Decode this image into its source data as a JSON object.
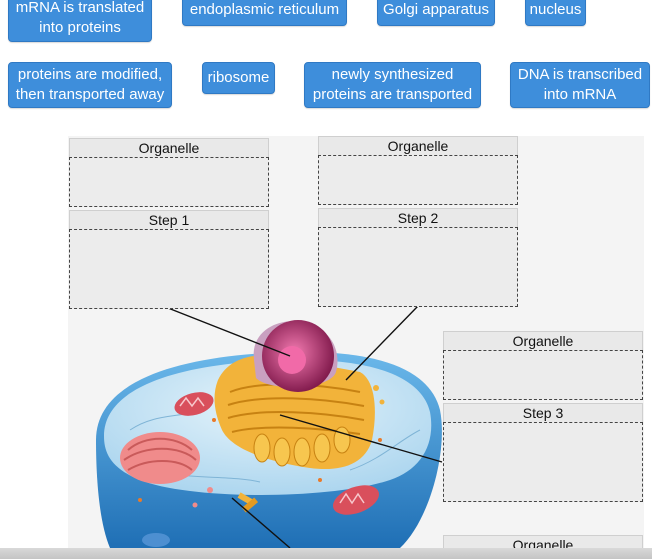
{
  "tiles": [
    "mRNA is translated\ninto proteins",
    "endoplasmic reticulum",
    "Golgi apparatus",
    "nucleus",
    "proteins are modified,\nthen transported away",
    "ribosome",
    "newly synthesized\nproteins are transported",
    "DNA is transcribed\ninto mRNA"
  ],
  "zones": {
    "z1_organelle": "Organelle",
    "z1_step": "Step 1",
    "z2_organelle": "Organelle",
    "z2_step": "Step 2",
    "z3_organelle": "Organelle",
    "z3_step": "Step 3",
    "z4_organelle": "Organelle"
  },
  "colors": {
    "tile": "#3e8edb",
    "cell_membrane": "#5aa8e0",
    "golgi": "#f2b33a",
    "nucleus": "#b0306a",
    "mitochondria": "#d94f5c"
  }
}
